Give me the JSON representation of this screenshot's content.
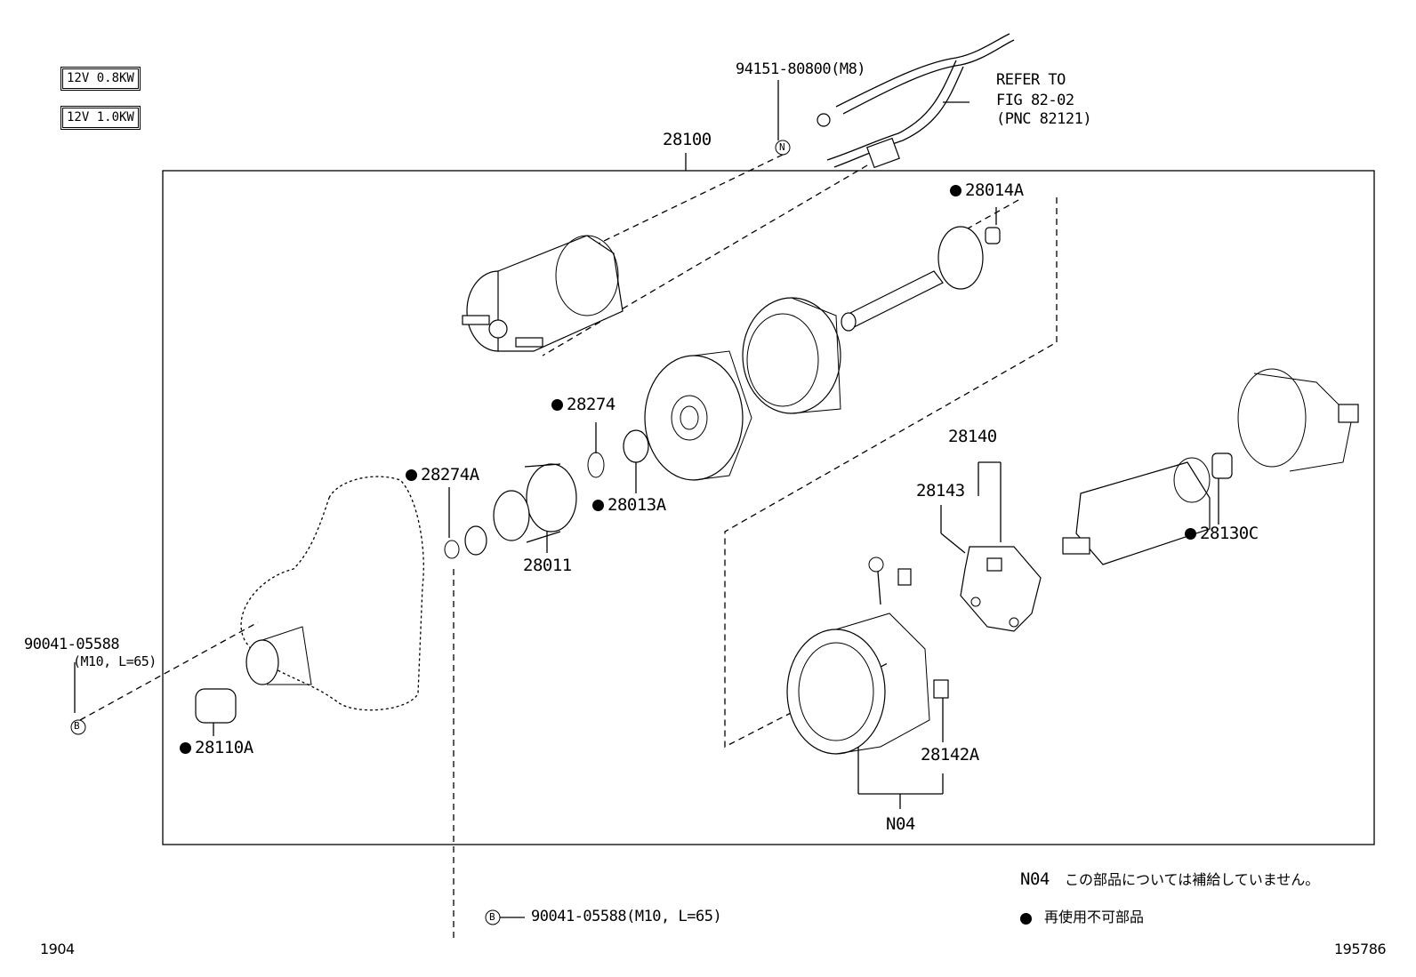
{
  "spec_boxes": [
    "12V 0.8KW",
    "12V 1.0KW"
  ],
  "assembly": "28100",
  "wire_note": {
    "part": "94151-80800",
    "suffix": "(M8)",
    "marker": "N",
    "refer_line1": "REFER TO",
    "refer_line2": "FIG 82-02",
    "refer_line3": "(PNC 82121)"
  },
  "parts": {
    "p28014A": "28014A",
    "p28274": "28274",
    "p28274A": "28274A",
    "p28013A": "28013A",
    "p28011": "28011",
    "p28140": "28140",
    "p28143": "28143",
    "p28130C": "28130C",
    "p28142A": "28142A",
    "pN04": "N04",
    "p28110A": "28110A"
  },
  "bolt_left": {
    "part": "90041-05588",
    "spec": "(M10, L=65)",
    "marker": "B"
  },
  "bolt_bottom": {
    "marker": "B",
    "part": "90041-05588",
    "spec": "(M10, L=65)"
  },
  "legend": {
    "n04_code": "N04",
    "n04_text": "この部品については補給していません。",
    "dot_text": "再使用不可部品"
  },
  "footer": {
    "left": "1904",
    "right": "195786"
  }
}
